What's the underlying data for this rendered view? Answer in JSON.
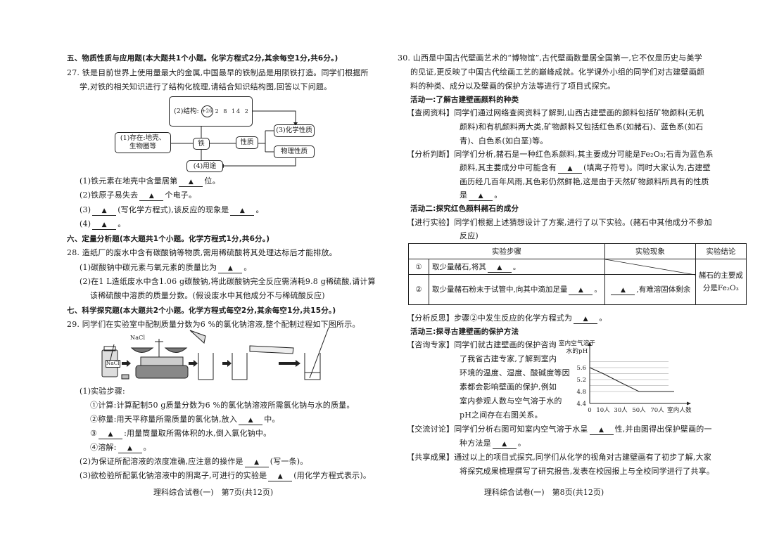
{
  "left_page": {
    "section5_title": "五、物质性质与应用题(本大题共1个小题。化学方程式2分,其余每空1分,共6分。)",
    "q27_line1": "27. 铁是目前世界上使用量最大的金属,中国最早的铁制品是用陨铁打造。同学们根据所",
    "q27_line2": "学,对铁的相关知识进行了结构化梳理,请结合知识结构图,回答以下问题。",
    "diagram": {
      "structure_label": "(2)结构:",
      "nucleus": "+26",
      "shells": [
        "2",
        "8",
        "14",
        "2"
      ],
      "existence": "(1)存在:地壳、生物圈等",
      "center": "铁",
      "property": "性质",
      "chemical": "(3)化学性质",
      "physical": "物理性质",
      "use": "(4)用途"
    },
    "q27_sub1": "(1)铁元素在地壳中含量居第▲位。",
    "q27_sub2": "(2)铁原子易失去▲个电子。",
    "q27_sub3": "(3)▲(写化学方程式),该反应的现象是▲。",
    "q27_sub4": "(4)▲。",
    "section6_title": "六、定量分析题(本大题共1个小题。化学方程式1分,共6分。)",
    "q28_line1": "28. 造纸厂的废水中含有碳酸钠等物质,需用稀硫酸将其处理达标后才能排放。",
    "q28_sub1": "(1)碳酸钠中碳元素与氧元素的质量比为▲。",
    "q28_sub2_line1": "(2)在1 L造纸废水中含1.06 g碳酸钠,将此碳酸钠完全反应需消耗9.8 g稀硫酸,请计算",
    "q28_sub2_line2": "该稀硫酸中溶质的质量分数。(假设废水中其他成分不与稀硫酸反应)",
    "section7_title": "七、科学探究题(本大题共2个小题。化学方程式每空2分,其余每空1分,共15分。)",
    "q29_line1": "29. 同学们在实验室中配制质量分数为6 %的氯化钠溶液,整个配制过程如下图所示。",
    "illustration": {
      "nacl_label": "NaCl",
      "jar_label": "NaCl"
    },
    "q29_sub1": "(1)实验步骤:",
    "q29_step1": "①计算:计算配制50 g质量分数为6 %的氯化钠溶液所需氯化钠与水的质量。",
    "q29_step2": "②称量:用天平称量所需质量的氯化钠,放入▲中。",
    "q29_step3": "③▲:用量筒量取所需体积的水,倒入氯化钠中。",
    "q29_step4": "④溶解:▲。",
    "q29_sub2": "(2)为保证所配溶液的浓度准确,应注意的操作是▲(写一条)。",
    "q29_sub3": "(3)欲检验所配氯化钠溶液中的阴离子,可进行的实验是▲(用化学方程式表示)。",
    "footer": "理科综合试卷(一)　第7页(共12页)"
  },
  "right_page": {
    "q30_line1": "30. 山西是中国古代壁画艺术的“博物馆”,古代壁画数量居全国第一,它不仅是历史与美学",
    "q30_line2": "的见证,更反映了中国古代绘画工艺的巅峰成就。化学课外小组的同学们对古建壁画颜",
    "q30_line3": "料的种类、成分以及壁画的保护方法等进行了项目式探究。",
    "activity1": "活动一:了解古建壁画颜料的种类",
    "consult_tag": "【查阅资料】",
    "consult_l1": "同学们通过网络查阅资料了解到,山西古建壁画的颜料包括矿物颜料(无机",
    "consult_l2": "颜料)和有机颜料两大类,矿物颜料又包括红色系(如赭石)、蓝色系(如石",
    "consult_l3": "青)、白色系(如白垩)等。",
    "analyze_tag": "【分析判断】",
    "analyze_l1": "同学们分析,赭石是一种红色系颜料,其主要成分可能是Fe₂O₃;石青为蓝色系",
    "analyze_l2": "颜料,其主要成分中可能含有▲(填离子符号)。同时大家认为,古建壁",
    "analyze_l3": "画历经几百年风雨,其色彩仍然鲜艳,这是由于天然矿物颜料所具有的性质",
    "analyze_l4": "是▲。",
    "activity2": "活动二:探究红色颜料赭石的成分",
    "experiment_tag": "【进行实验】",
    "experiment_l1": "同学们根据上述猜想设计了方案,进行了以下实验。(赭石中其他成分不参加",
    "experiment_l2": "反应)",
    "table": {
      "headers": [
        "实验步骤",
        "实验现象",
        "实验结论"
      ],
      "rows": [
        {
          "no": "①",
          "step": "取少量赭石,将其▲。",
          "phenomenon": ""
        },
        {
          "no": "②",
          "step": "取少量赭石粉末于试管中,向其中滴加足量▲。",
          "phenomenon": "▲,有难溶固体剩余"
        }
      ],
      "conclusion": "赭石的主要成分是Fe₂O₃"
    },
    "reflect_tag": "【分析反思】",
    "reflect_l1": "步骤②中发生反应的化学方程式为▲。",
    "activity3": "活动三:探寻古建壁画的保护方法",
    "expert_tag": "【咨询专家】",
    "expert_l1": "同学们就古建壁画的保护咨询",
    "expert_l2": "了我省古建专家,了解到室内",
    "expert_l3": "环境的温度、湿度、酸碱度等因",
    "expert_l4": "素都会影响壁画的保护,例如",
    "expert_l5": "室内参观人数与空气溶于水的",
    "expert_l6": "pH之间存在右图关系。",
    "discuss_tag": "【交流讨论】",
    "discuss_l1": "同学们分析右图可知室内空气溶于水呈▲性,并由图得出保护壁画的一",
    "discuss_l2": "种方法是▲。",
    "share_tag": "【共享成果】",
    "share_l1": "通过以上的项目式探究,同学们从化学的视角对古建壁画有了初步了解,大家",
    "share_l2": "将探究成果梳理撰写了研究报告,发表在校园报上与全校同学进行了共享。",
    "footer": "理科综合试卷(一)　第8页(共12页)"
  },
  "chart_data": {
    "type": "line",
    "ylabel": "室内空气溶于水的pH",
    "xlabel": "室内人数",
    "x_ticks": [
      "0",
      "10人",
      "30人",
      "50人",
      "70人"
    ],
    "y_ticks": [
      "4.4",
      "4.8",
      "5.2",
      "5.6"
    ],
    "ylim": [
      4.4,
      6.0
    ],
    "grid": true,
    "series": [
      {
        "points": [
          {
            "x": "0",
            "y": 5.6
          },
          {
            "x": "10人",
            "y": 5.4
          },
          {
            "x": "30人",
            "y": 5.1
          },
          {
            "x": "50人",
            "y": 4.8
          },
          {
            "x": "70人",
            "y": 4.8
          }
        ]
      }
    ]
  }
}
